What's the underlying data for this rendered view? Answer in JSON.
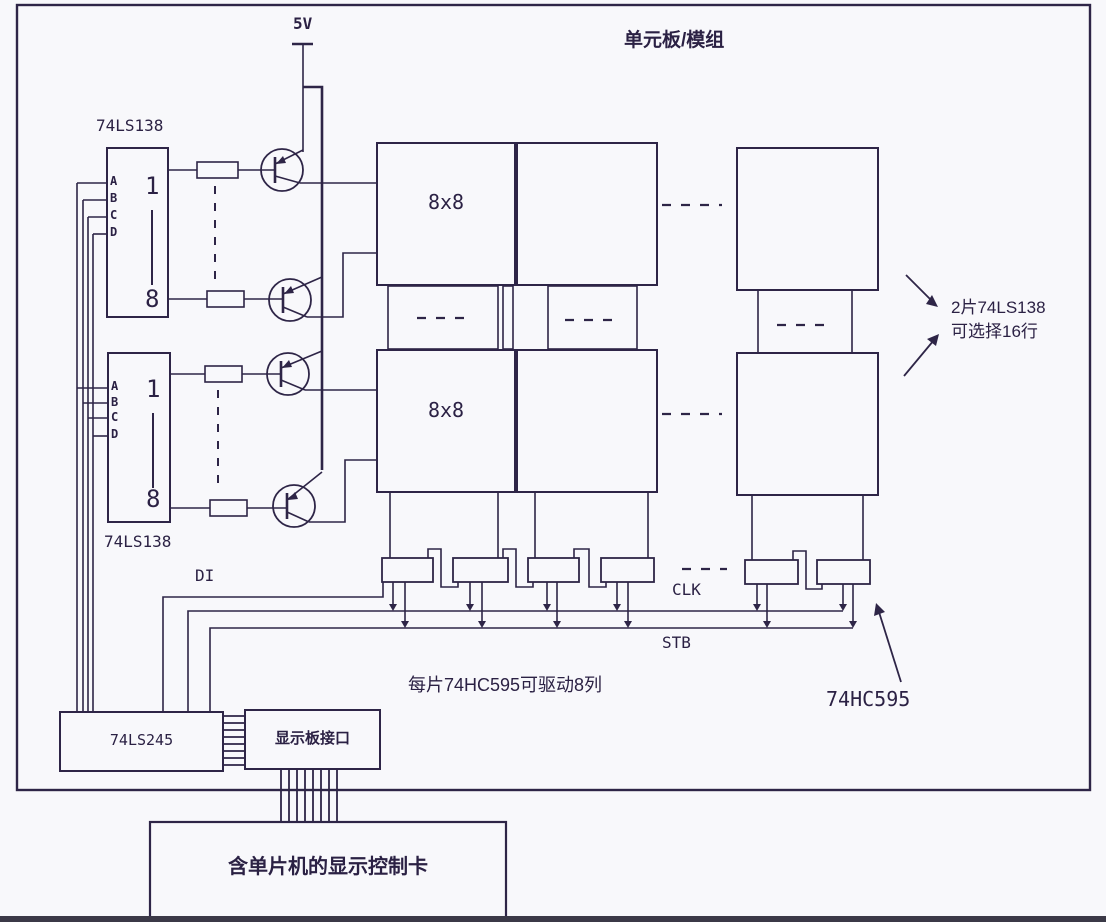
{
  "diagram": {
    "title": "单元板/模组",
    "power_label": "5V",
    "row_decoder": {
      "chip_label": "74LS138",
      "inputs": [
        "A",
        "B",
        "C",
        "D"
      ],
      "output_first": "1",
      "output_last": "8"
    },
    "matrix_block_label": "8x8",
    "signals": {
      "di": "DI",
      "clk": "CLK",
      "stb": "STB"
    },
    "annotations": {
      "row_select_line1": "2片74LS138",
      "row_select_line2": "可选择16行",
      "column_drive_note": "每片74HC595可驱动8列",
      "shift_register_label": "74HC595"
    },
    "buffer_chip_label": "74LS245",
    "display_interface_label": "显示板接口",
    "control_card_label": "含单片机的显示控制卡",
    "colors": {
      "line": "#2e2547",
      "background": "#f8f8fb",
      "text": "#2b2144"
    }
  }
}
